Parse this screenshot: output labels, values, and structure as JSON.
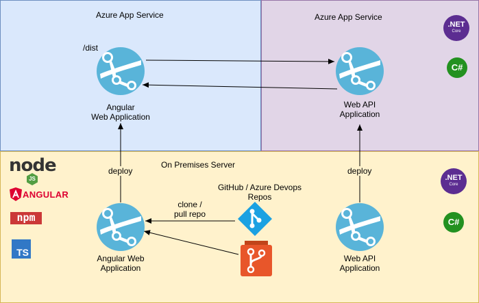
{
  "regions": {
    "azure_left": {
      "label": "Azure App Service"
    },
    "azure_right": {
      "label": "Azure App Service"
    },
    "onprem": {
      "label": "On Premises Server"
    }
  },
  "nodes": {
    "angular_cloud": {
      "label_line1": "Angular",
      "label_line2": "Web Application",
      "path_label": "/dist",
      "icon": "azure-app-service-icon"
    },
    "webapi_cloud": {
      "label_line1": "Web API",
      "label_line2": "Application",
      "icon": "azure-app-service-icon"
    },
    "angular_onprem": {
      "label_line1": "Angular Web",
      "label_line2": "Application",
      "icon": "azure-app-service-icon"
    },
    "webapi_onprem": {
      "label_line1": "Web API",
      "label_line2": "Application",
      "icon": "azure-app-service-icon"
    },
    "repos": {
      "label_line1": "GitHub / Azure Devops",
      "label_line2": "Repos"
    }
  },
  "edges": {
    "deploy_left": "deploy",
    "deploy_right": "deploy",
    "clone_line1": "clone /",
    "clone_line2": "pull repo"
  },
  "logos": {
    "node": "node",
    "node_badge": "JS",
    "angular": "ANGULAR",
    "npm": "npm",
    "ts": "TS",
    "dotnet": ".NET",
    "dotnet_sub": "Core",
    "csharp": "C#"
  },
  "colors": {
    "azure_blue": "#59b4d9",
    "onprem_fill": "#fff2cc",
    "azure_left_fill": "#dae8fc",
    "azure_right_fill": "#e1d5e7",
    "dotnet_purple": "#5c2d91",
    "csharp_green": "#239120",
    "angular_red": "#dd0031",
    "npm_red": "#cb3837",
    "ts_blue": "#3178c6",
    "node_green": "#539e43",
    "git_orange": "#e8562a"
  }
}
